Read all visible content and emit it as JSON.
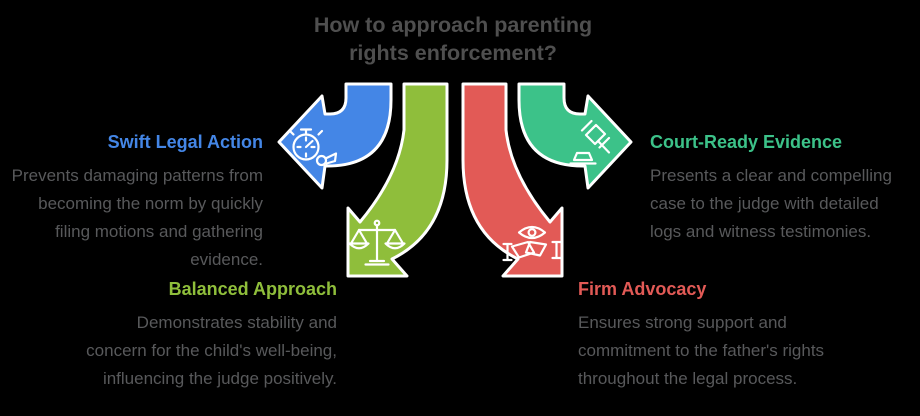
{
  "title": "How to approach parenting\nrights enforcement?",
  "background_color": "#000000",
  "title_color": "#4f4f4f",
  "body_text_color": "#58595b",
  "sections": [
    {
      "id": "swift-legal-action",
      "heading": "Swift Legal Action",
      "description": "Prevents damaging patterns from becoming the norm by quickly filing motions and gathering evidence.",
      "color": "#4486e6",
      "icon": "stopwatch-whistle-icon",
      "arrow_direction": "left"
    },
    {
      "id": "court-ready-evidence",
      "heading": "Court-Ready Evidence",
      "description": "Presents a clear and compelling case to the judge with detailed logs and witness testimonies.",
      "color": "#3cc289",
      "icon": "gavel-icon",
      "arrow_direction": "right"
    },
    {
      "id": "balanced-approach",
      "heading": "Balanced Approach",
      "description": "Demonstrates stability and concern for the child's well-being, influencing the judge positively.",
      "color": "#8fbe3b",
      "icon": "scales-of-justice-icon",
      "arrow_direction": "down-left"
    },
    {
      "id": "firm-advocacy",
      "heading": "Firm Advocacy",
      "description": "Ensures strong support and commitment to the father's rights throughout the legal process.",
      "color": "#e25a56",
      "icon": "eye-handshake-icon",
      "arrow_direction": "down-right"
    }
  ]
}
